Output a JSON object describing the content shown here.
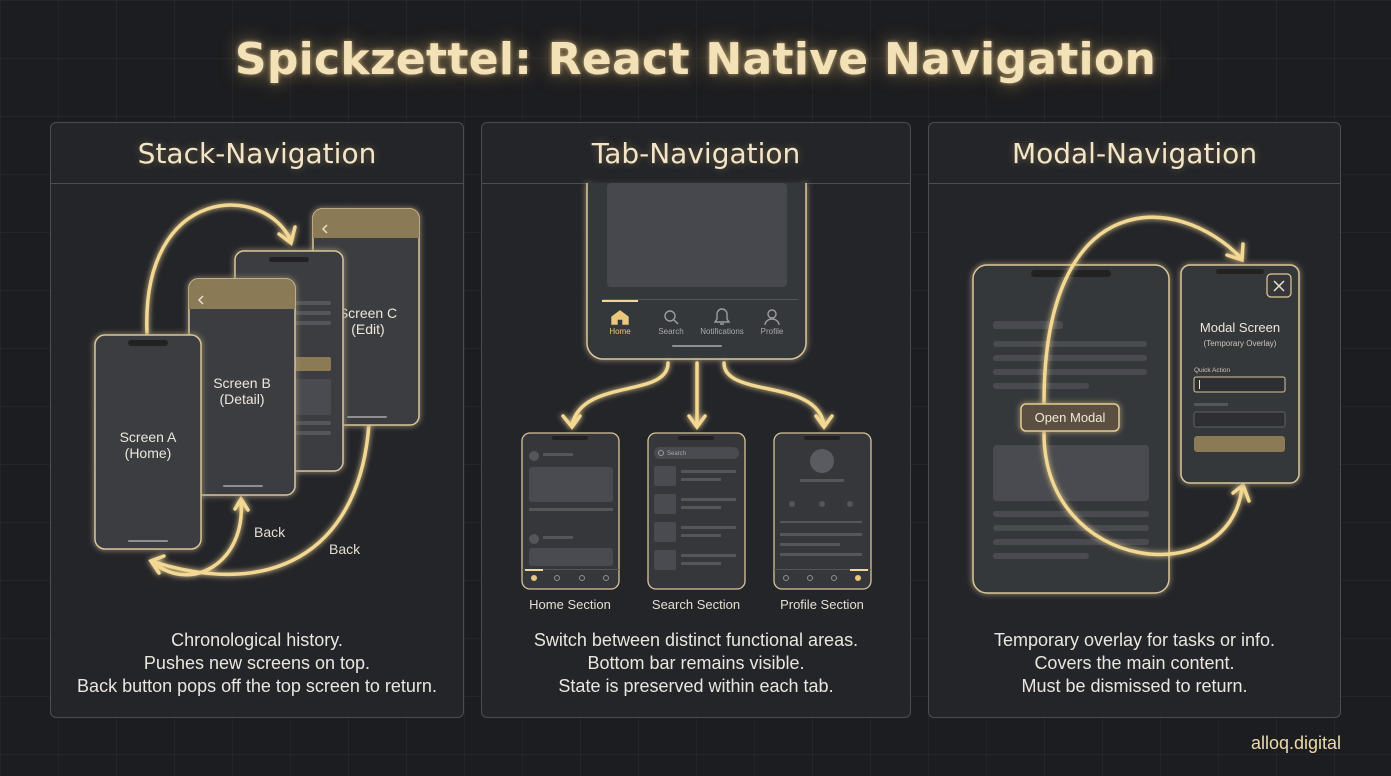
{
  "title": "Spickzettel: React Native Navigation",
  "footer": "alloq.digital",
  "colors": {
    "accent": "#f2d693",
    "panel": "#25262a",
    "phone": "#3b3c40",
    "phone_header": "#8a7a56"
  },
  "stack": {
    "heading": "Stack-Navigation",
    "screen_a": [
      "Screen A",
      "(Home)"
    ],
    "screen_b": [
      "Screen B",
      "(Detail)"
    ],
    "screen_c": [
      "Screen C",
      "(Edit)"
    ],
    "back_label": "Back",
    "back_icon": "chevron-left-icon",
    "description": [
      "Chronological history.",
      "Pushes new screens on top.",
      "Back button pops off the top screen to return."
    ]
  },
  "tabs": {
    "heading": "Tab-Navigation",
    "tab_bar": [
      {
        "label": "Home",
        "icon": "home-icon",
        "active": true
      },
      {
        "label": "Search",
        "icon": "search-icon",
        "active": false
      },
      {
        "label": "Notifications",
        "icon": "bell-icon",
        "active": false
      },
      {
        "label": "Profile",
        "icon": "user-icon",
        "active": false
      }
    ],
    "search_placeholder": "Search",
    "sections": [
      "Home Section",
      "Search Section",
      "Profile Section"
    ],
    "description": [
      "Switch between distinct functional areas.",
      "Bottom bar remains visible.",
      "State is preserved within each tab."
    ]
  },
  "modal": {
    "heading": "Modal-Navigation",
    "open_button": "Open Modal",
    "modal_title": "Modal Screen",
    "modal_subtitle": "(Temporary Overlay)",
    "field_label": "Quick Action",
    "close_icon": "close-icon",
    "description": [
      "Temporary overlay for tasks or info.",
      "Covers the main content.",
      "Must be dismissed to return."
    ]
  }
}
